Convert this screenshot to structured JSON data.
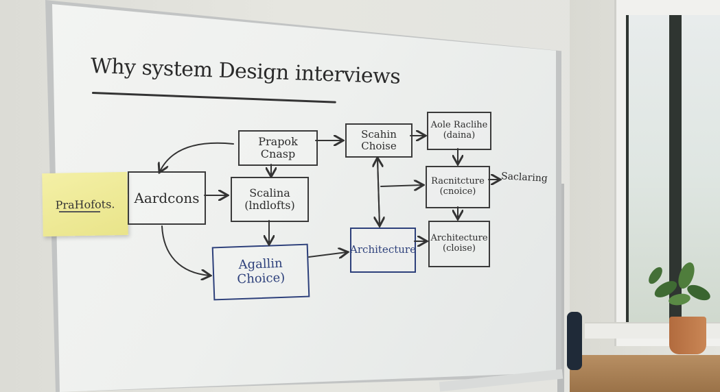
{
  "whiteboard": {
    "title": "Why system Design interviews",
    "sticky_note": "PraHofots.",
    "boxes": [
      {
        "id": "aardcons",
        "text": "Aardcons"
      },
      {
        "id": "prapok",
        "text": "Prapok Cnasp"
      },
      {
        "id": "scalina",
        "text": "Scalina\n(lndlofts)"
      },
      {
        "id": "agallin",
        "text": "Agallin Choice)"
      },
      {
        "id": "scahin",
        "text": "Scahin Choise"
      },
      {
        "id": "architecture-blue",
        "text": "Architecture"
      },
      {
        "id": "aole",
        "text": "Aole Raclihe\n(daina)"
      },
      {
        "id": "racnitcture",
        "text": "Racnitcture\n(cnoice)"
      },
      {
        "id": "architecture-choise",
        "text": "Architecture\n(cloise)"
      }
    ],
    "side_label": "Saclaring"
  },
  "colors": {
    "marker_black": "#2c2c2c",
    "marker_blue": "#2c3f7a",
    "sticky_yellow": "#f1ec9c"
  }
}
